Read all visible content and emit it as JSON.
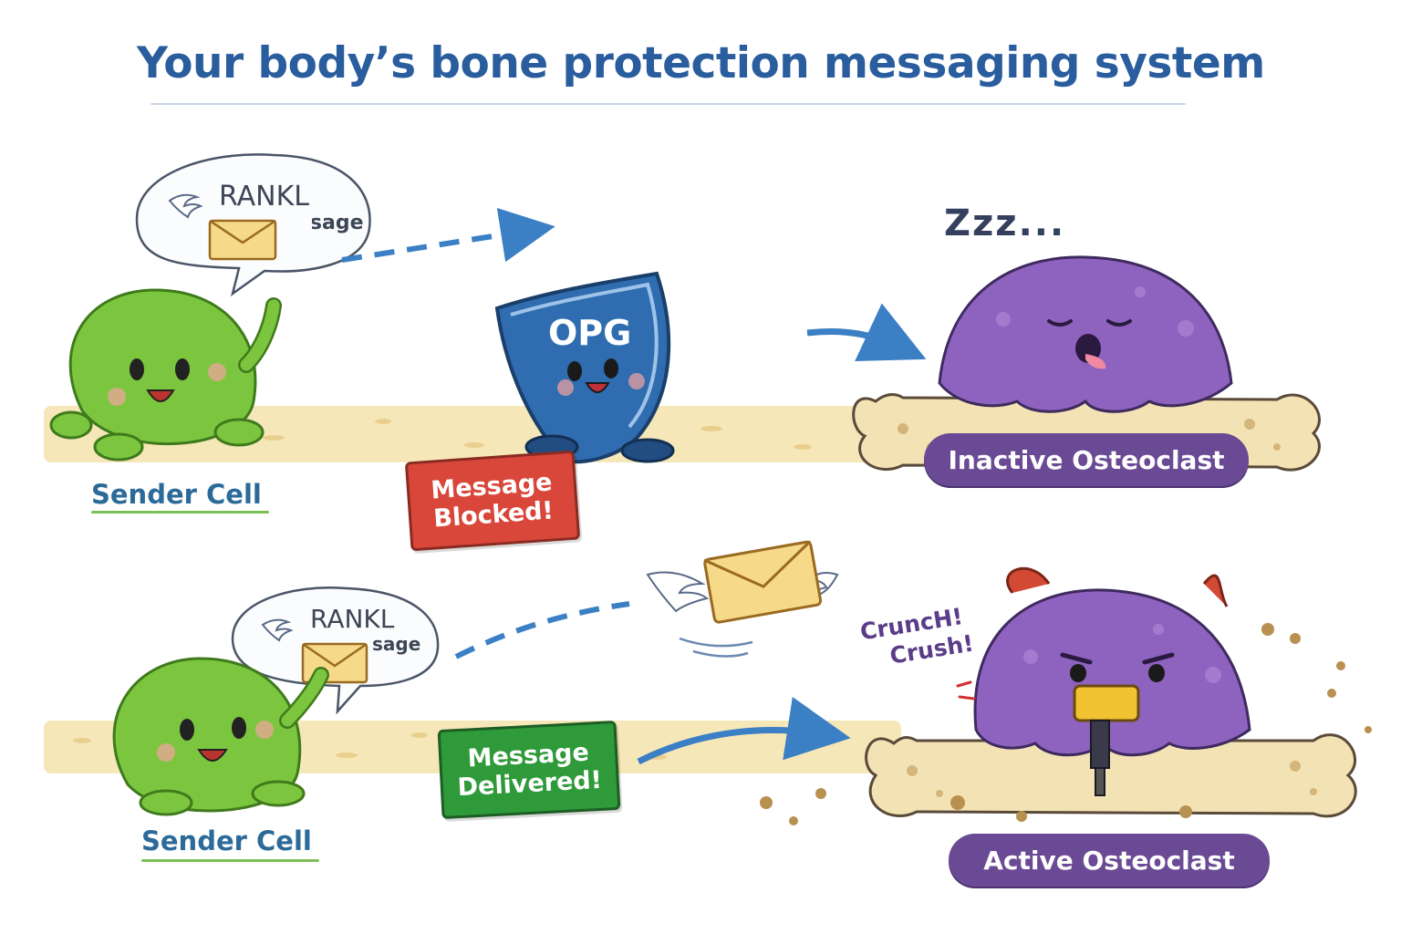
{
  "title": "Your body’s bone protection messaging system",
  "top_row": {
    "sender_label": "Sender Cell",
    "bubble_line1": "RANKL",
    "bubble_line2": "Message",
    "shield_label": "OPG",
    "blocked_sign_line1": "Message",
    "blocked_sign_line2": "Blocked!",
    "sleep_text": "Zzz...",
    "osteoclast_label": "Inactive Osteoclast"
  },
  "bottom_row": {
    "sender_label": "Sender Cell",
    "bubble_line1": "RANKL",
    "bubble_line2": "sage",
    "delivered_sign_line1": "Message",
    "delivered_sign_line2": "Delivered!",
    "crunch_line1": "CruncH!",
    "crunch_line2": "Crush!",
    "osteoclast_label": "Active Osteoclast"
  },
  "colors": {
    "title": "#2a5d9e",
    "sender_cell": "#7cc63f",
    "osteoclast": "#8e63bf",
    "bone": "#f3e3b4",
    "shield": "#2f6db0",
    "blocked": "#d9463a",
    "delivered": "#2f9a3a",
    "arrow": "#3b7fc4"
  }
}
